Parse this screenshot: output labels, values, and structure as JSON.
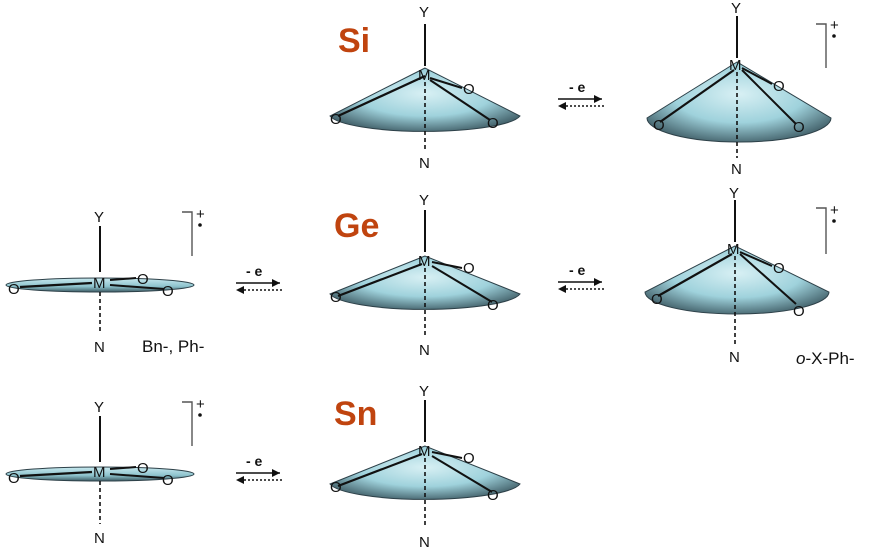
{
  "elements": {
    "si": "Si",
    "ge": "Ge",
    "sn": "Sn"
  },
  "atoms": {
    "axial_top": "Y",
    "axial_bottom": "N",
    "center": "M",
    "equatorial": "O"
  },
  "arrow_label": "- e",
  "charge": "+",
  "notes": {
    "substituent_left": "Bn-, Ph-",
    "substituent_right_italic": "o",
    "substituent_right_rest": "-X-Ph-"
  },
  "colors": {
    "element_label": "#c0440f",
    "disk_fill": "#9fd2dc",
    "disk_edge": "#3d5a63"
  }
}
